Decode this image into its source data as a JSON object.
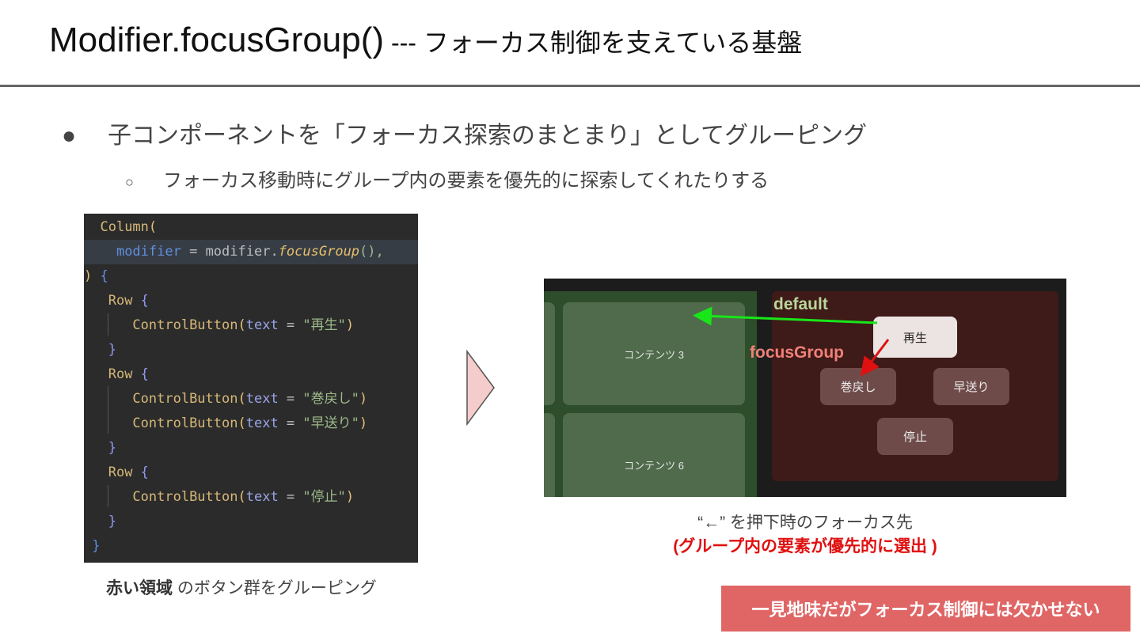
{
  "title": {
    "main": "Modifier.focusGroup()",
    "sub": " --- フォーカス制御を支えている基盤"
  },
  "bullet1": {
    "marker": "●",
    "text": "子コンポーネントを「フォーカス探索のまとまり」としてグルーピング"
  },
  "bullet2": {
    "marker": "○",
    "text": "フォーカス移動時にグループ内の要素を優先的に探索してくれたりする"
  },
  "code": {
    "column": "Column",
    "modifier_kw": "modifier",
    "eq": " = ",
    "modifier_val": "modifier.",
    "focus_fn": "focusGroup",
    "row": "Row",
    "control_button": "ControlButton",
    "text_param": "text",
    "s_play": "\"再生\"",
    "s_rewind": "\"巻戻し\"",
    "s_ff": "\"早送り\"",
    "s_stop": "\"停止\""
  },
  "caption_left": {
    "bold": "赤い領域",
    "rest": " のボタン群をグルーピング"
  },
  "screenshot": {
    "tile_a": "コンテンツ 3",
    "tile_b": "コンテンツ 6",
    "label_default": "default",
    "label_focus": "focusGroup",
    "btn_play": "再生",
    "btn_rewind": "巻戻し",
    "btn_ff": "早送り",
    "btn_stop": "停止"
  },
  "caption_right": {
    "line1": "“←” を押下時のフォーカス先",
    "line2": "(グループ内の要素が優先的に選出 )"
  },
  "callout": "一見地味だがフォーカス制御には欠かせない",
  "colors": {
    "code_bg": "#2b2b2b",
    "green_arrow": "#19e619",
    "red_arrow": "#e01010",
    "callout_bg": "#e06666",
    "arrow_fill": "#f4cccc"
  }
}
